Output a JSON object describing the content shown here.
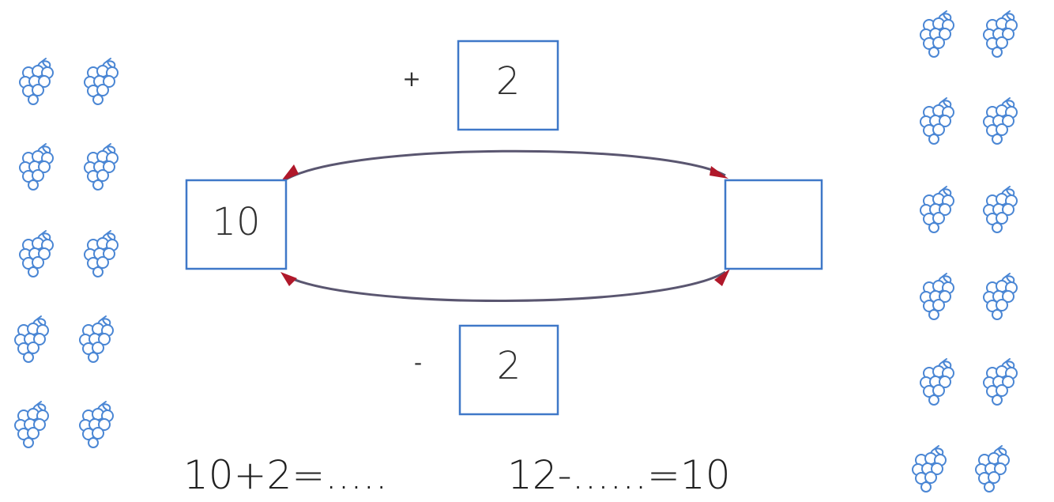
{
  "colors": {
    "box_border": "#3f78c8",
    "grape_outline": "#4a86d4",
    "arc_stroke": "#5a5670",
    "arrowhead": "#b0182a",
    "text": "#303030"
  },
  "diagram": {
    "top_operation": {
      "operator": "+",
      "value": "2"
    },
    "bottom_operation": {
      "operator": "-",
      "value": "2"
    },
    "start_box": {
      "value": "10"
    },
    "end_box": {
      "value": ""
    }
  },
  "equations": {
    "left": "10+2=.....",
    "right": "12-......=10"
  },
  "grapes": {
    "icon": "grape-bunch-icon",
    "left_group_count": 10,
    "right_group_count": 12
  }
}
